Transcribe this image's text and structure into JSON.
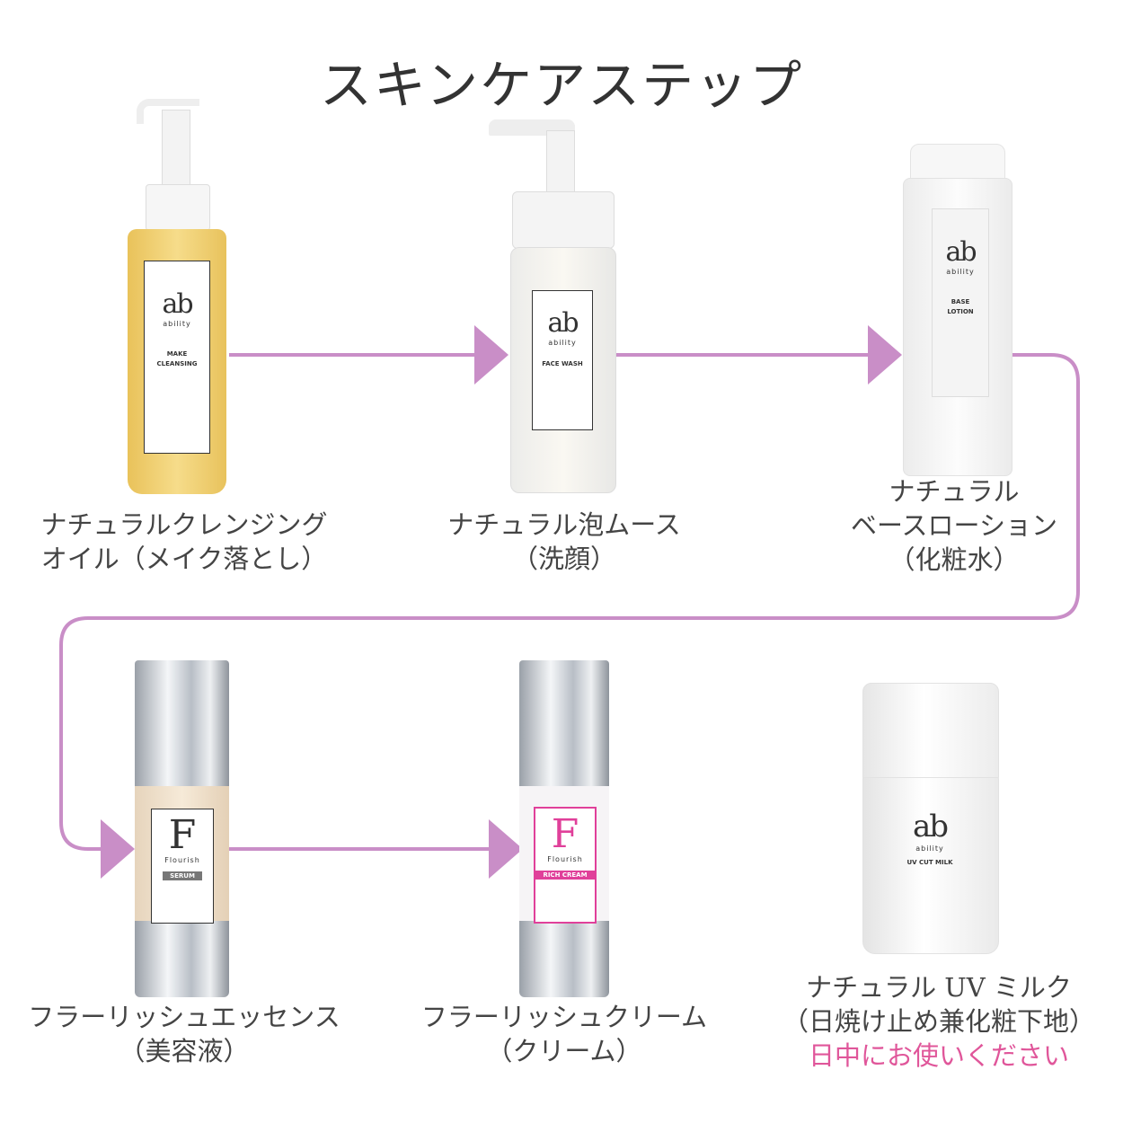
{
  "title": "スキンケアステップ",
  "colors": {
    "arrow": "#c98ec7",
    "note": "#e0569a",
    "cream_accent": "#e0409a"
  },
  "steps": [
    {
      "caption": [
        "ナチュラルクレンジング",
        "オイル（メイク落とし）"
      ],
      "bottle": {
        "brand_logo": "ab",
        "brand": "ability",
        "product": [
          "MAKE",
          "CLEANSING"
        ]
      }
    },
    {
      "caption": [
        "ナチュラル泡ムース",
        "（洗顔）"
      ],
      "bottle": {
        "brand_logo": "ab",
        "brand": "ability",
        "product": [
          "FACE WASH"
        ]
      }
    },
    {
      "caption": [
        "ナチュラル",
        "ベースローション",
        "（化粧水）"
      ],
      "bottle": {
        "brand_logo": "ab",
        "brand": "ability",
        "product": [
          "BASE",
          "LOTION"
        ]
      }
    },
    {
      "caption": [
        "フラーリッシュエッセンス",
        "（美容液）"
      ],
      "bottle": {
        "brand_logo": "F",
        "brand": "Flourish",
        "product": [
          "SERUM"
        ]
      }
    },
    {
      "caption": [
        "フラーリッシュクリーム",
        "（クリーム）"
      ],
      "bottle": {
        "brand_logo": "F",
        "brand": "Flourish",
        "product": [
          "RICH CREAM"
        ]
      }
    },
    {
      "caption": [
        "ナチュラル UV ミルク",
        "（日焼け止め兼化粧下地）"
      ],
      "note": "日中にお使いください",
      "bottle": {
        "brand_logo": "ab",
        "brand": "ability",
        "product": [
          "UV CUT MILK"
        ]
      }
    }
  ]
}
